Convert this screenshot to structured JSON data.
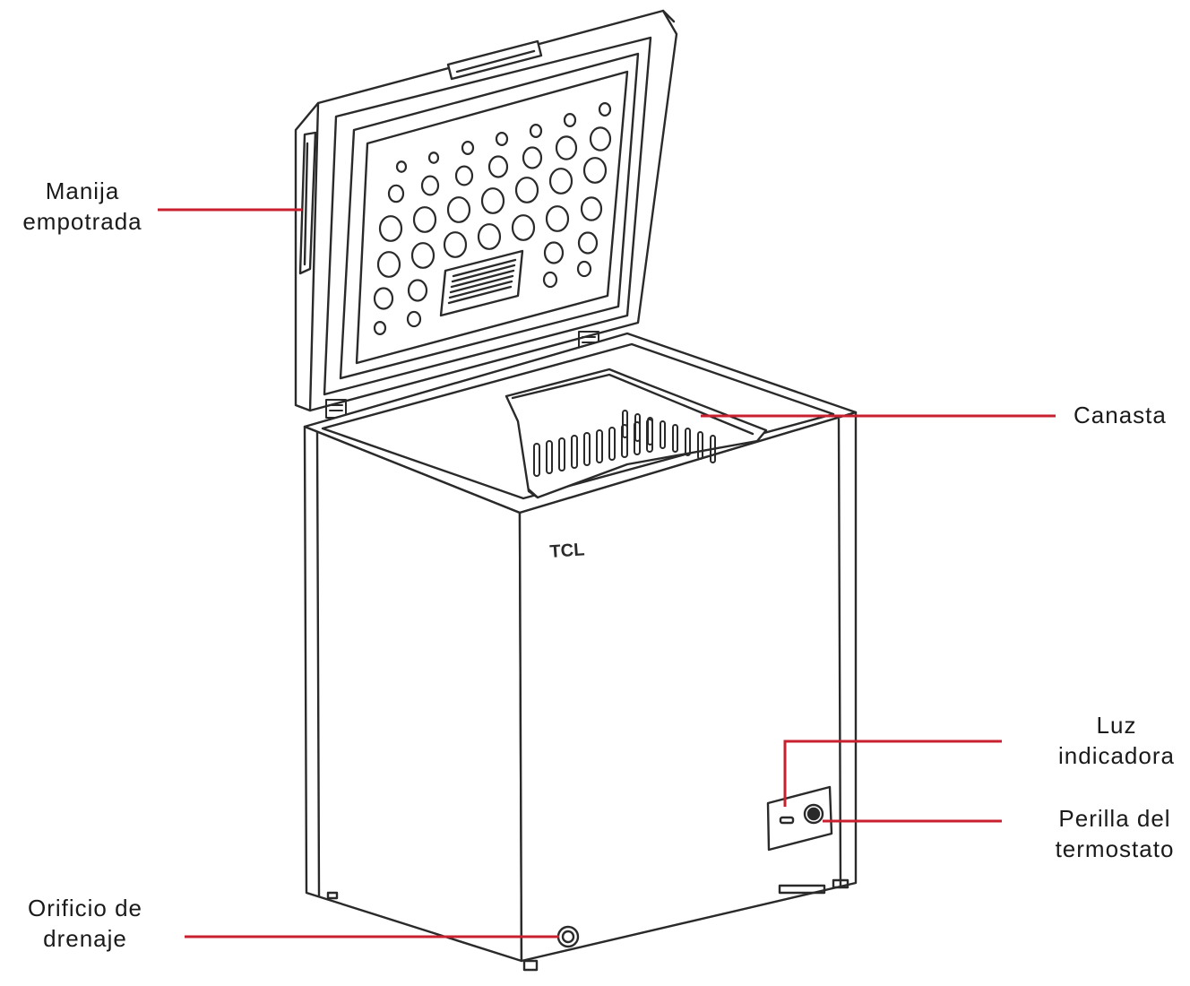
{
  "brand": {
    "logo_text": "TCL"
  },
  "callouts": {
    "handle": {
      "line1": "Manija",
      "line2": "empotrada"
    },
    "basket": {
      "line1": "Canasta"
    },
    "light": {
      "line1": "Luz",
      "line2": "indicadora"
    },
    "knob": {
      "line1": "Perilla del",
      "line2": "termostato"
    },
    "drain": {
      "line1": "Orificio de",
      "line2": "drenaje"
    }
  },
  "colors": {
    "leader": "#c8202e",
    "outline": "#2a2a2a"
  }
}
